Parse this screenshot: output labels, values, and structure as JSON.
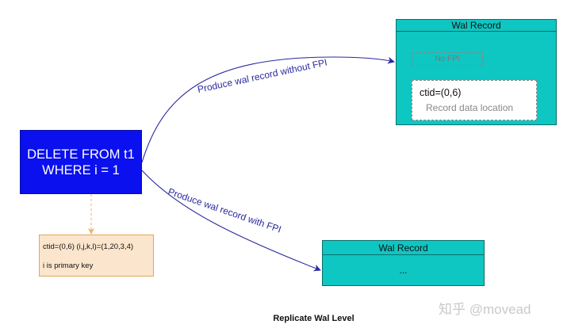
{
  "statement": {
    "line1": "DELETE FROM t1",
    "line2": "WHERE i = 1"
  },
  "note": {
    "line1": "ctid=(0,6) (i,j,k,l)=(1,20,3,4)",
    "line2": "i is primary key"
  },
  "wal_record_without_fpi": {
    "header": "Wal Record",
    "no_fpi": "No FPI",
    "ctid": "ctid=(0,6)",
    "location": "Record data location"
  },
  "wal_record_with_fpi": {
    "header": "Wal Record",
    "body": "..."
  },
  "edges": {
    "without_fpi": "Produce wal record without FPI",
    "with_fpi": "Produce wal record with FPI"
  },
  "caption": "Replicate Wal Level",
  "watermark": "知乎 @movead",
  "colors": {
    "statement_fill": "#0a10ee",
    "note_fill": "#fbe5cd",
    "wal_fill": "#0ec6c2",
    "edge": "#2a2aa0"
  }
}
